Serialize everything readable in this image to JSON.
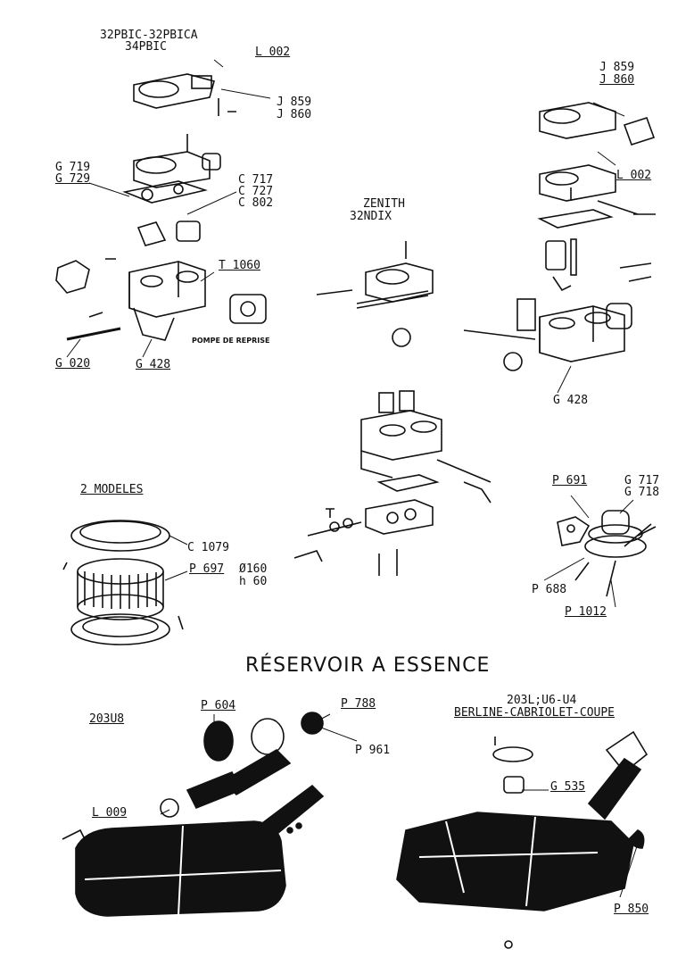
{
  "carb_left": {
    "model_line1": "32PBIC-32PBICA",
    "model_line2": "34PBIC",
    "labels": [
      "L 002",
      "J 859",
      "J 860",
      "G 719",
      "G 729",
      "C 717",
      "C 727",
      "C 802",
      "T 1060",
      "POMPE DE REPRISE",
      "G 020",
      "G 428"
    ]
  },
  "carb_center": {
    "make": "ZENITH",
    "model": "32NDIX"
  },
  "carb_right": {
    "labels": [
      "J 859",
      "J 860",
      "L 002",
      "G 428"
    ]
  },
  "air_filter": {
    "title": "2 MODELES",
    "labels": [
      "C 1079",
      "P 697",
      "Ø160",
      "h 60"
    ]
  },
  "fuel_pump": {
    "labels": [
      "P 691",
      "G 717",
      "G 718",
      "P 688",
      "P 1012"
    ]
  },
  "tank_section": {
    "title": "RÉSERVOIR A ESSENCE"
  },
  "tank_left": {
    "model": "203U8",
    "labels": [
      "P 604",
      "P 788",
      "P 961",
      "L 009"
    ]
  },
  "tank_right": {
    "model": "203L;U6-U4",
    "body_types": "BERLINE-CABRIOLET-COUPE",
    "labels": [
      "G 535",
      "P 850"
    ]
  },
  "colors": {
    "ink": "#111111",
    "paper": "#ffffff"
  }
}
